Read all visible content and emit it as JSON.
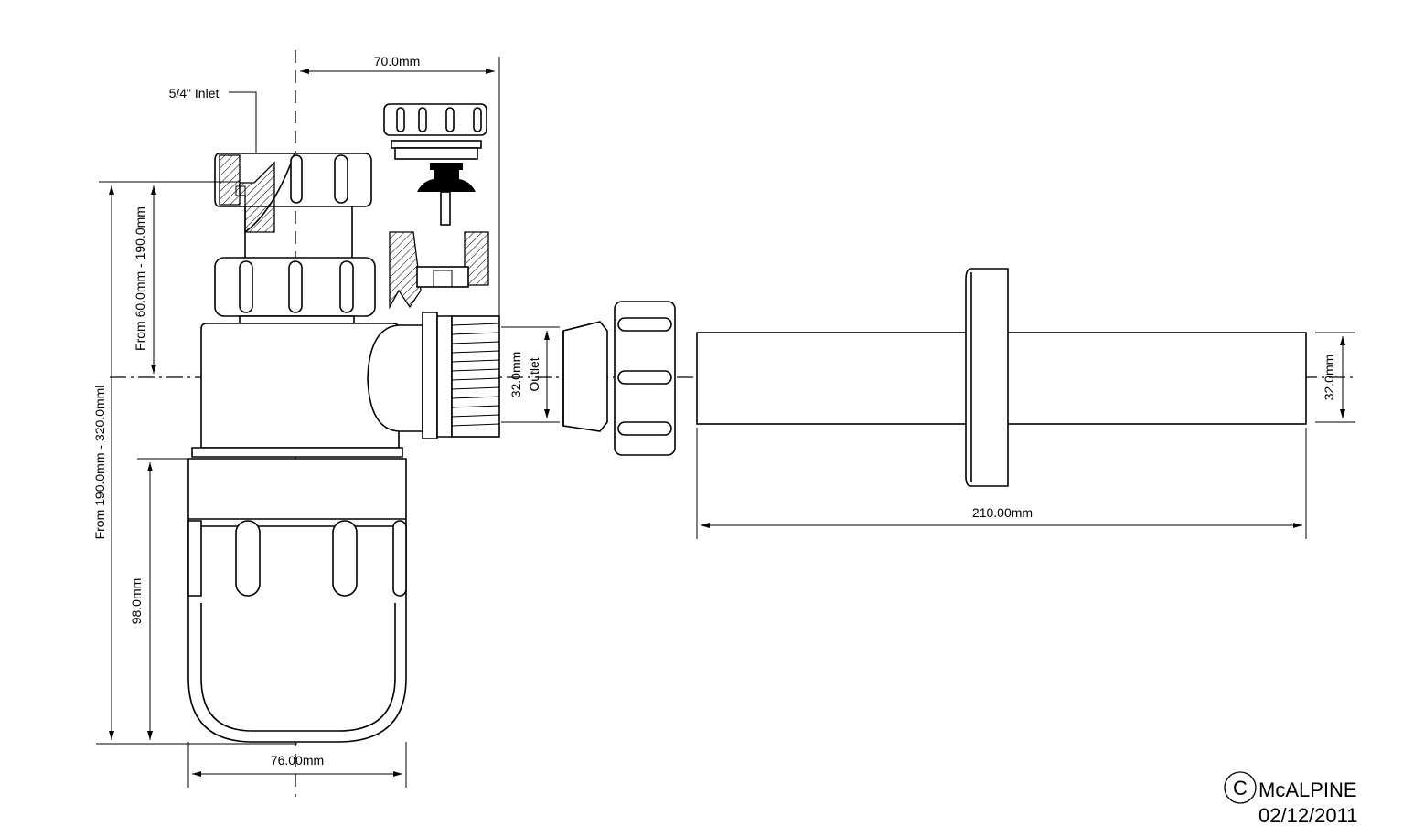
{
  "labels": {
    "top_width": "70.0mm",
    "inlet": "5/4\" Inlet",
    "inlet_height": "From 60.0mm - 190.0mm",
    "overall_height": "From 190.0mm - 320.0mml",
    "bottle_height": "98.0mm",
    "bottle_width": "76.00mm",
    "outlet_size": "32.0mm",
    "outlet_word": "Outlet",
    "pipe_length": "210.00mm",
    "pipe_diameter": "32.0mm"
  },
  "copyright": {
    "symbol": "C",
    "brand": "McALPINE",
    "date": "02/12/2011"
  }
}
